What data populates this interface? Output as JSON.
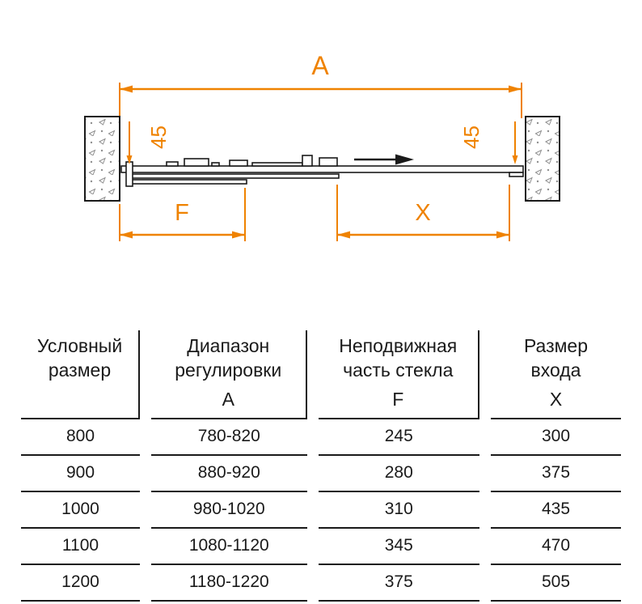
{
  "colors": {
    "accent": "#EF8200",
    "ink": "#1A1A1A"
  },
  "diagram": {
    "label_a": "A",
    "label_f": "F",
    "label_x": "X",
    "label_gap_left": "45",
    "label_gap_right": "45"
  },
  "table": {
    "columns": [
      {
        "title": "Условный\nразмер",
        "letter": ""
      },
      {
        "title": "Диапазон\nрегулировки",
        "letter": "А"
      },
      {
        "title": "Неподвижная\nчасть стекла",
        "letter": "F"
      },
      {
        "title": "Размер\nвхода",
        "letter": "Х"
      }
    ],
    "rows": [
      [
        "800",
        "780-820",
        "245",
        "300"
      ],
      [
        "900",
        "880-920",
        "280",
        "375"
      ],
      [
        "1000",
        "980-1020",
        "310",
        "435"
      ],
      [
        "1100",
        "1080-1120",
        "345",
        "470"
      ],
      [
        "1200",
        "1180-1220",
        "375",
        "505"
      ]
    ]
  }
}
